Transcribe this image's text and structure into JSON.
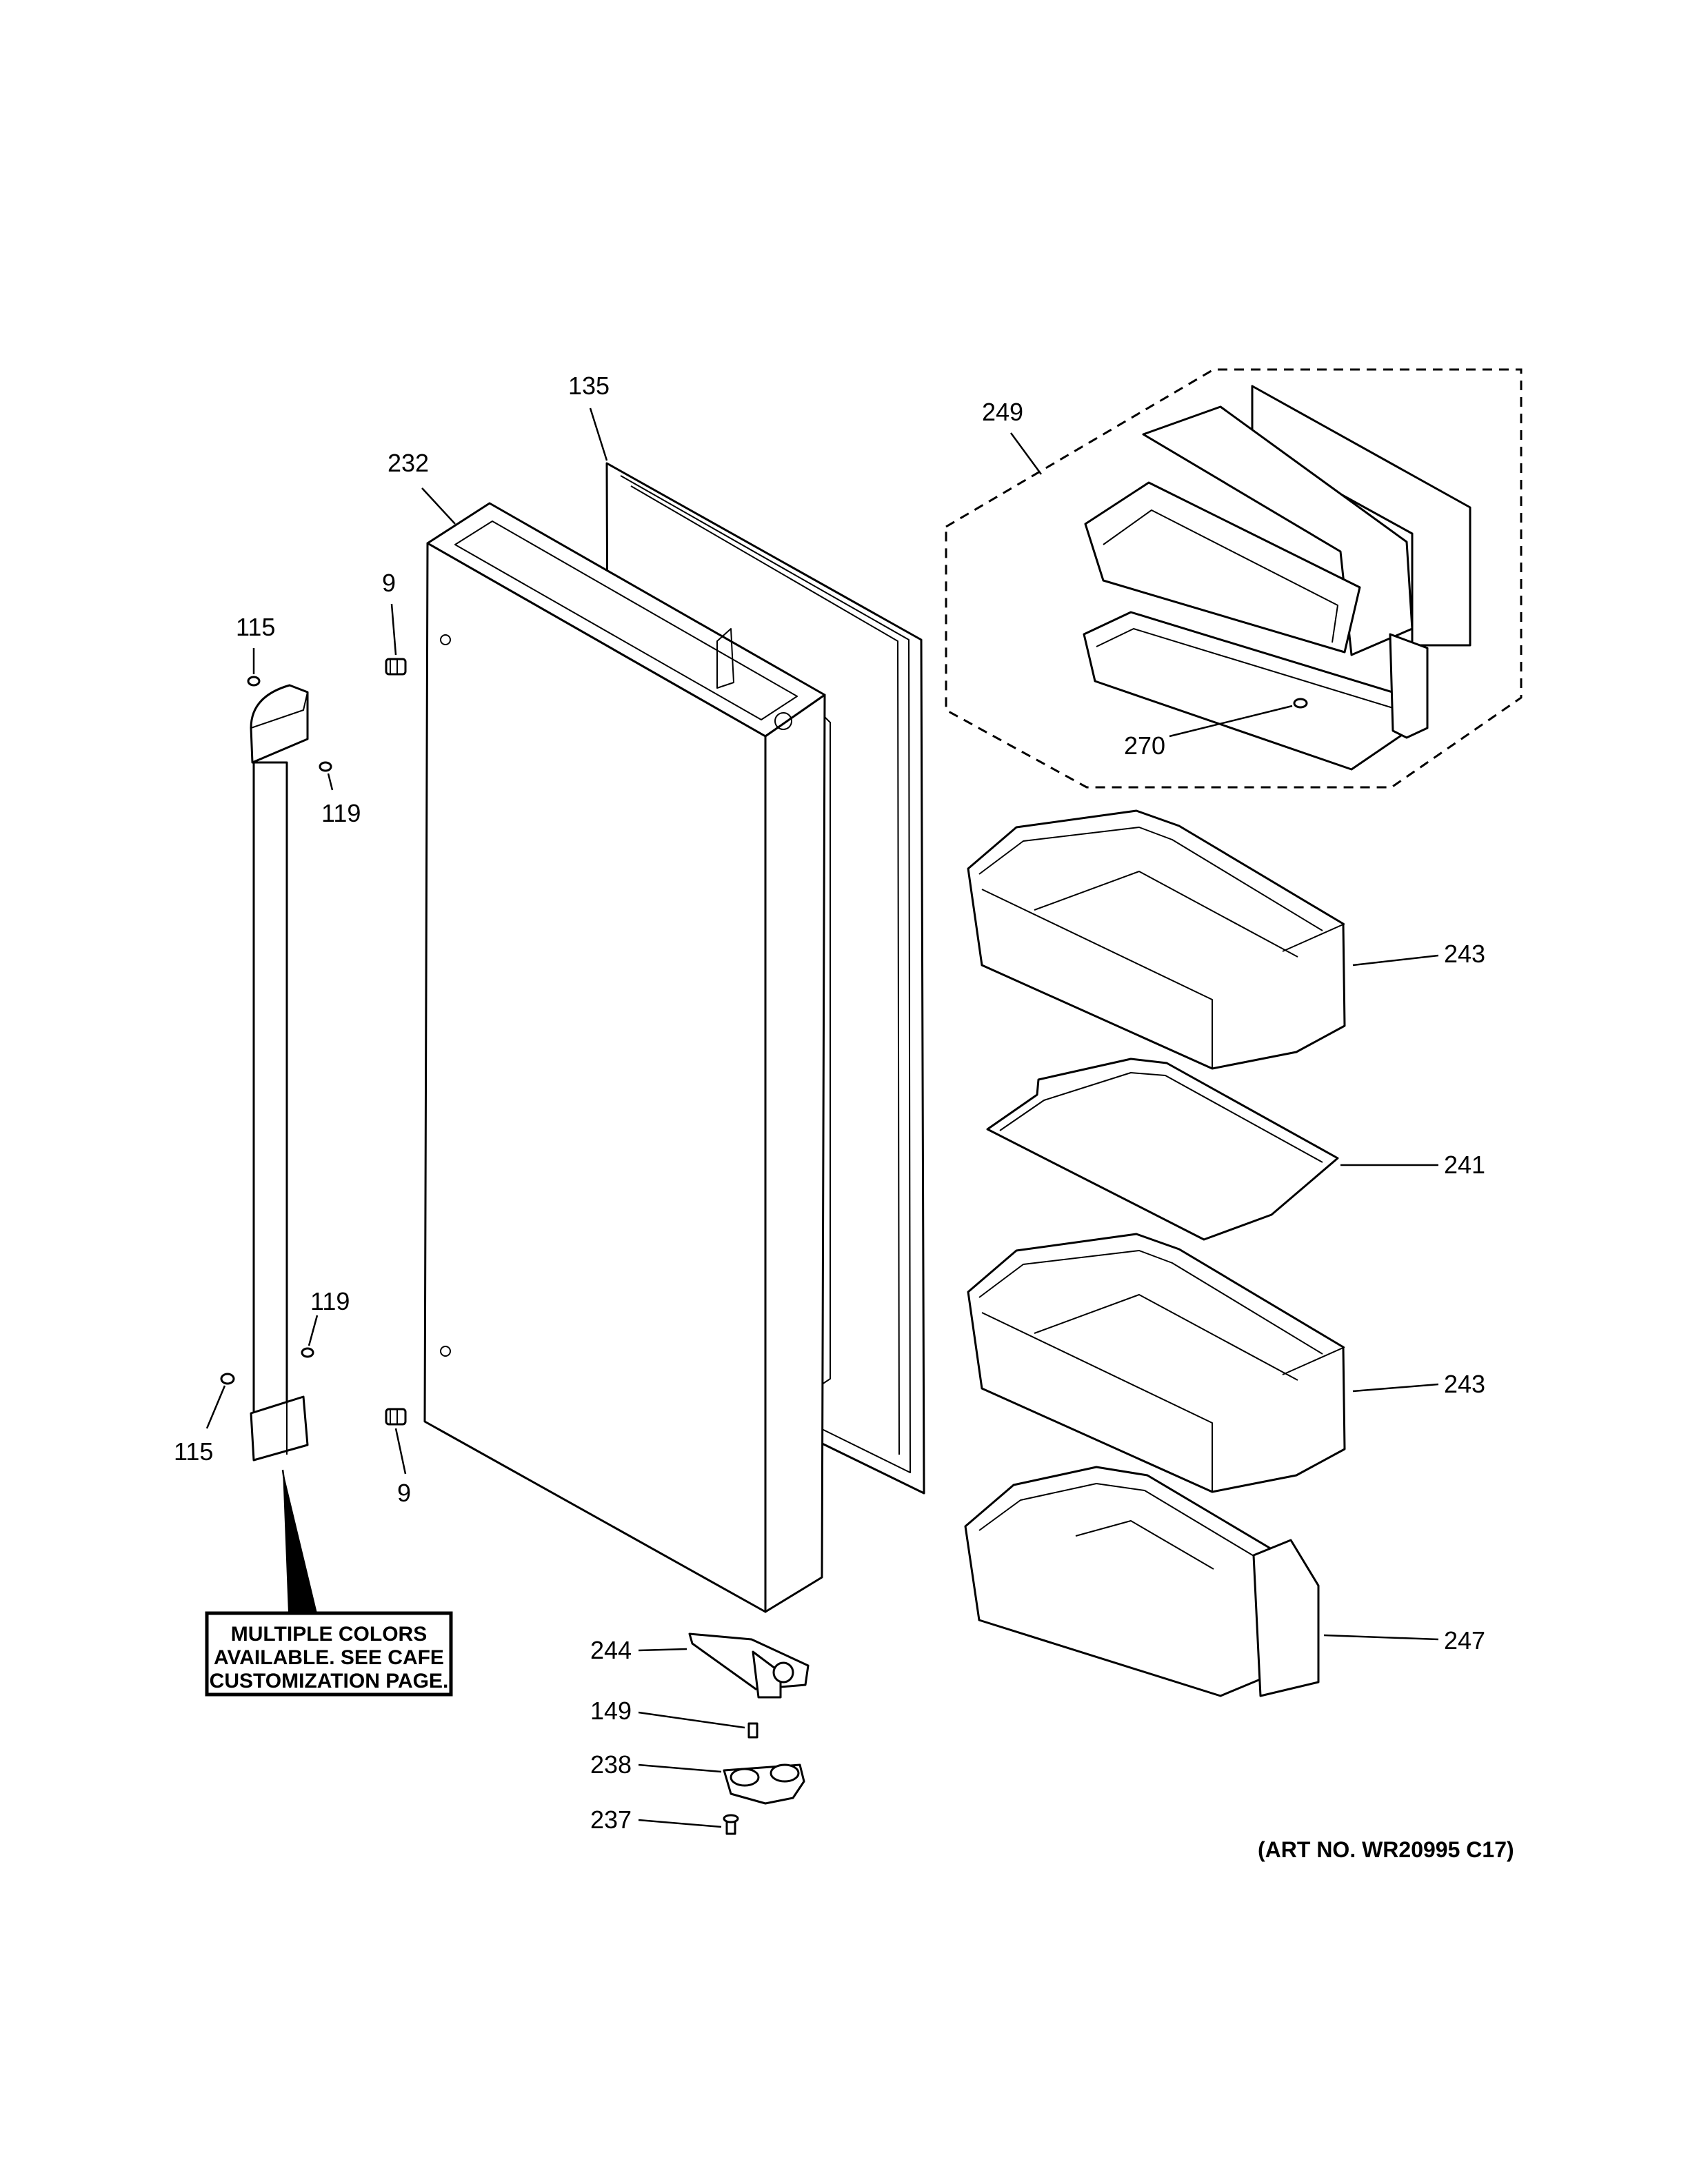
{
  "callouts": {
    "c135": "135",
    "c232": "232",
    "c249": "249",
    "c270": "270",
    "c9_top": "9",
    "c9_bottom": "9",
    "c115_top": "115",
    "c115_bottom": "115",
    "c119_top": "119",
    "c119_bottom": "119",
    "c243_top": "243",
    "c241": "241",
    "c243_bottom": "243",
    "c247": "247",
    "c244": "244",
    "c149": "149",
    "c238": "238",
    "c237": "237"
  },
  "note": {
    "line1": "MULTIPLE COLORS",
    "line2": "AVAILABLE. SEE CAFE",
    "line3": "CUSTOMIZATION PAGE."
  },
  "art_number": "(ART NO. WR20995 C17)"
}
